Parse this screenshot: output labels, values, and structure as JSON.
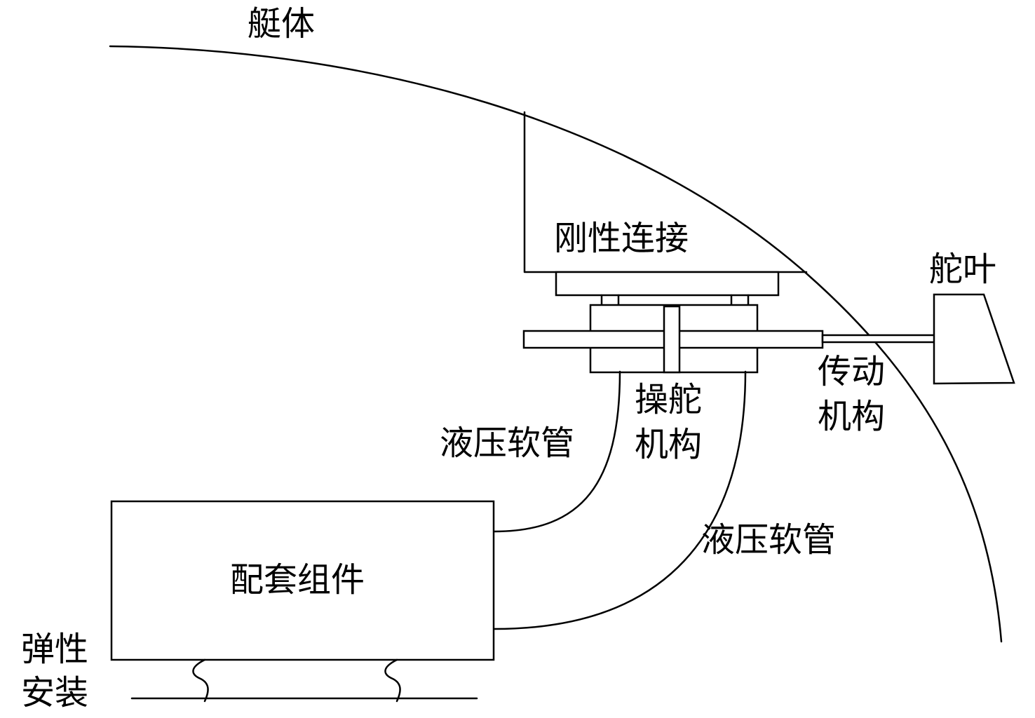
{
  "labels": {
    "hull": "艇体",
    "rigid_connection": "刚性连接",
    "rudder_blade": "舵叶",
    "transmission_line1": "传动",
    "transmission_line2": "机构",
    "steering_line1": "操舵",
    "steering_line2": "机构",
    "hydraulic_hose_upper": "液压软管",
    "hydraulic_hose_lower": "液压软管",
    "support_assembly": "配套组件",
    "elastic_mount_line1": "弹性",
    "elastic_mount_line2": "安装"
  }
}
